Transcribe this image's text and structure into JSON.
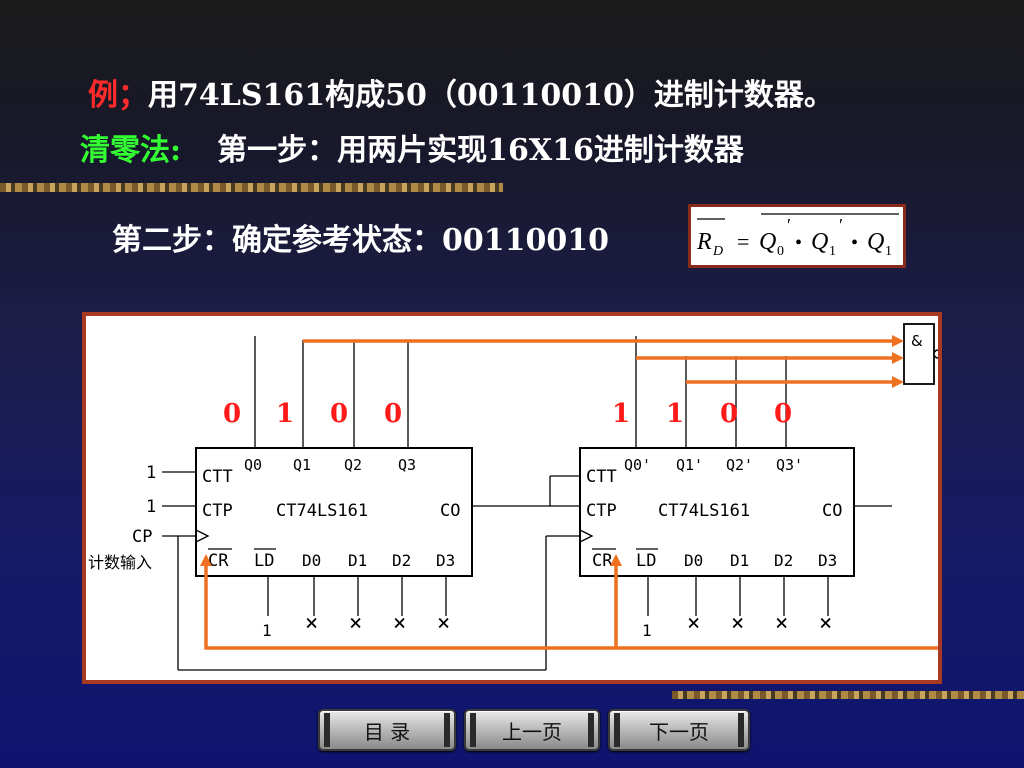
{
  "slide": {
    "example_prefix": "例；",
    "example_text": "用74LS161构成50（00110010）进制计数器。",
    "method_label": "清零法",
    "method_colon": ":",
    "step1": "第一步：用两片实现16X16进制计数器",
    "step2": "第二步：确定参考状态：00110010"
  },
  "formula": {
    "lhs": "R",
    "lhs_sub": "D",
    "eq": "=",
    "q0": "Q",
    "q0_sub": "0",
    "q0_prime": "′",
    "dot1": "•",
    "q1a": "Q",
    "q1a_sub": "1",
    "q1a_prime": "′",
    "dot2": "•",
    "q1b": "Q",
    "q1b_sub": "1"
  },
  "circuit": {
    "chip_name": "CT74LS161",
    "and_gate": "&",
    "left_state_bits": [
      "0",
      "1",
      "0",
      "0"
    ],
    "right_state_bits": [
      "1",
      "1",
      "0",
      "0"
    ],
    "left_outputs": [
      "Q0",
      "Q1",
      "Q2",
      "Q3"
    ],
    "right_outputs": [
      "Q0'",
      "Q1'",
      "Q2'",
      "Q3'"
    ],
    "ct_t": "CTT",
    "ct_p": "CTP",
    "co": "CO",
    "cr": "CR",
    "ld": "LD",
    "data_inputs": [
      "D0",
      "D1",
      "D2",
      "D3"
    ],
    "enable_value": "1",
    "cp_label": "CP",
    "cp_desc": "计数输入",
    "ld_value": "1",
    "x_mark": "×"
  },
  "nav": {
    "menu": "目  录",
    "prev": "上一页",
    "next": "下一页"
  },
  "colors": {
    "accent_red": "#ff2a2a",
    "accent_green": "#33ff33",
    "wire_orange": "#ee7020",
    "frame": "#a83a24"
  }
}
